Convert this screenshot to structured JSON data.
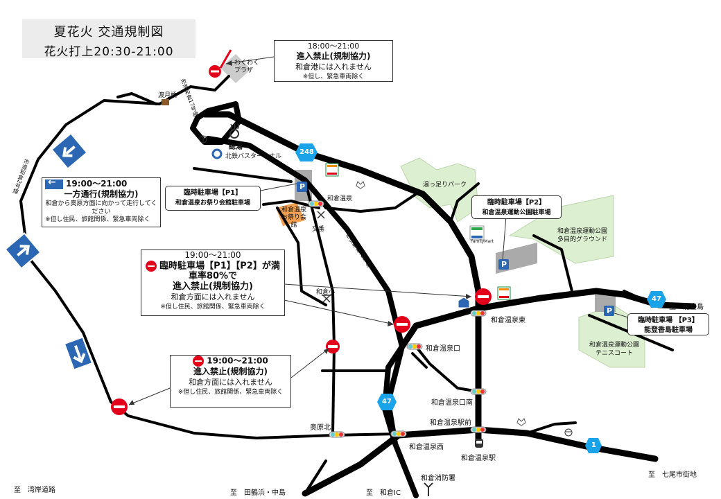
{
  "title": {
    "main": "夏花火 交通規制図",
    "sub": "花火打上20:30-21:00"
  },
  "callouts": {
    "port": {
      "time": "18:00～21:00",
      "head": "進入禁止(規制協力)",
      "body": "和倉港には入れません",
      "note": "※但し、緊急車両除く"
    },
    "oneway": {
      "time": "19:00～21:00",
      "head": "一方通行(規制協力)",
      "body": "和倉から奥原方面に向かって走行してください",
      "note": "※但し住民、旅館関係、緊急車両除く"
    },
    "parking_full": {
      "time": "19:00～21:00",
      "head": "臨時駐車場【P1】【P2】が満車率80%で",
      "head2": "進入禁止(規制協力)",
      "body": "和倉方面には入れません",
      "note": "※但し住民、旅館関係、緊急車両除く"
    },
    "okuhara": {
      "time": "19:00～21:00",
      "head": "進入禁止(規制協力)",
      "body": "和倉方面には入れません",
      "note": "※但し住民、旅館関係、緊急車両除く"
    }
  },
  "parking": {
    "p1": {
      "line1": "臨時駐車場【P1】",
      "line2": "和倉温泉お祭り会館駐車場"
    },
    "p2": {
      "line1": "臨時駐車場【P2】",
      "line2": "和倉温泉運動公園駐車場"
    },
    "p3": {
      "line1": "臨時駐車場 【P3】",
      "line2": "能登香島駐車場"
    }
  },
  "labels": {
    "wakuwaku": "わくわくプラザ",
    "watarizuki": "渡月橋",
    "soyu": "総湯",
    "bus_terminal": "北鉄バスターミナル",
    "route17": "市道和倉17号線",
    "route72": "市道和倉72号線",
    "route2": "市道和倉2号線",
    "park_park": "湯っ足りパーク",
    "familymart": "FamilyMart",
    "sports_park": "和倉温泉運動公園 多目的グラウンド",
    "tennis": "和倉温泉運動公園 テニスコート",
    "wakura_onsen": "和倉温泉",
    "omatsuri": "和倉温泉 お祭り会館",
    "koban": "交番",
    "wakura_sho": "和倉小",
    "onsen_higashi": "和倉温泉東",
    "onsen_guchi": "和倉温泉口",
    "onsen_guchi_minami": "和倉温泉口南",
    "onsen_ekimae": "和倉温泉駅前",
    "onsen_nishi": "和倉温泉西",
    "onsen_eki": "和倉温泉駅",
    "okuhara_kita": "奥原北",
    "fire_station": "和倉消防署"
  },
  "destinations": {
    "notojima": "至　能登島",
    "nanao": "至　七尾市街地",
    "wakura_ic": "至　和倉IC",
    "tatsuruhama": "至　田鶴浜・中島",
    "coast": "至　湾岸道路"
  },
  "route_shields": {
    "r248": "248",
    "r47a": "47",
    "r47b": "47",
    "r1": "1"
  },
  "colors": {
    "road": "#000000",
    "no_entry": "#e2001a",
    "shield": "#1aa3e8",
    "oneway_sign": "#2b67b3",
    "park_green": "#dcefd0",
    "parking_gray": "#aaaaaa",
    "omatsuri_orange": "#f0a050"
  }
}
